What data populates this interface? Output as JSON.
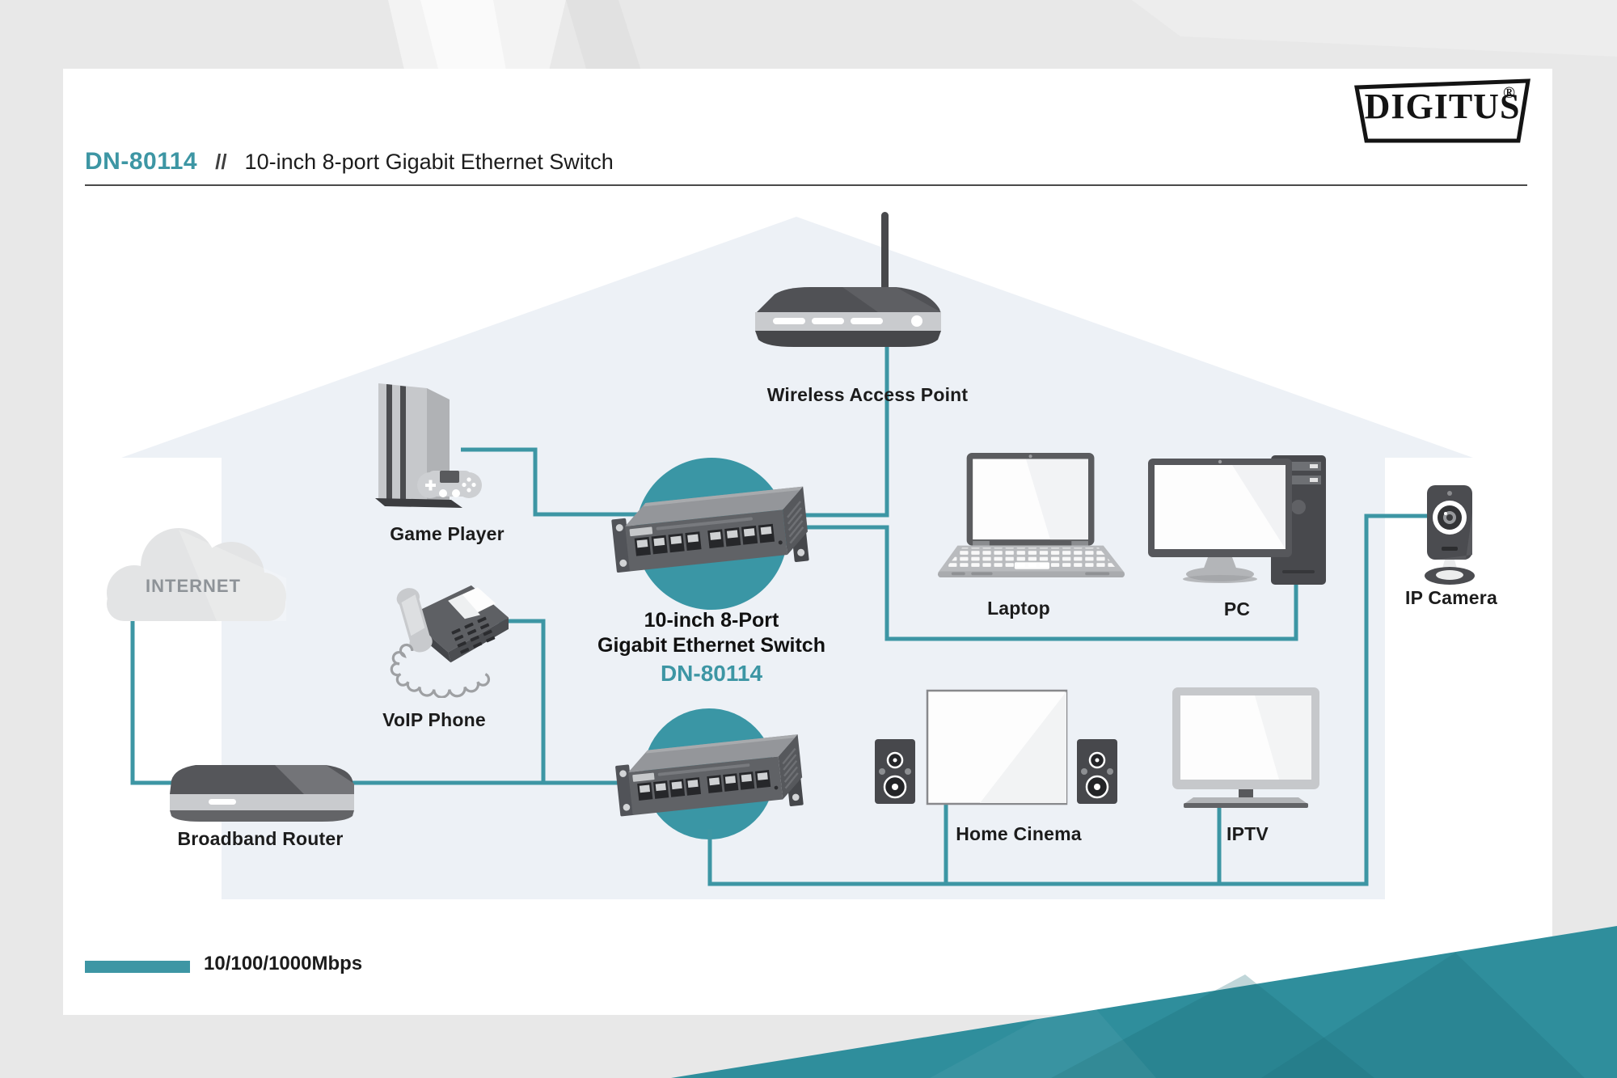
{
  "header": {
    "model": "DN-80114",
    "separator": "//",
    "title": "10-inch 8-port Gigabit Ethernet Switch"
  },
  "brand": {
    "name": "DIGITUS",
    "registered": "®"
  },
  "diagram": {
    "internet": "INTERNET",
    "center_label": {
      "line1": "10-inch 8-Port",
      "line2": "Gigabit Ethernet Switch",
      "model": "DN-80114"
    },
    "devices": {
      "game_player": "Game Player",
      "wireless_access_point": "Wireless Access Point",
      "laptop": "Laptop",
      "pc": "PC",
      "ip_camera": "IP Camera",
      "voip_phone": "VoIP Phone",
      "broadband_router": "Broadband Router",
      "home_cinema": "Home Cinema",
      "iptv": "IPTV"
    }
  },
  "legend": {
    "speed": "10/100/1000Mbps"
  },
  "colors": {
    "accent": "#3d96a4",
    "circle": "#3a96a5",
    "wedge": "#2f8e9c",
    "house": "#edf1f6",
    "cloud": "#e3e4e5"
  }
}
